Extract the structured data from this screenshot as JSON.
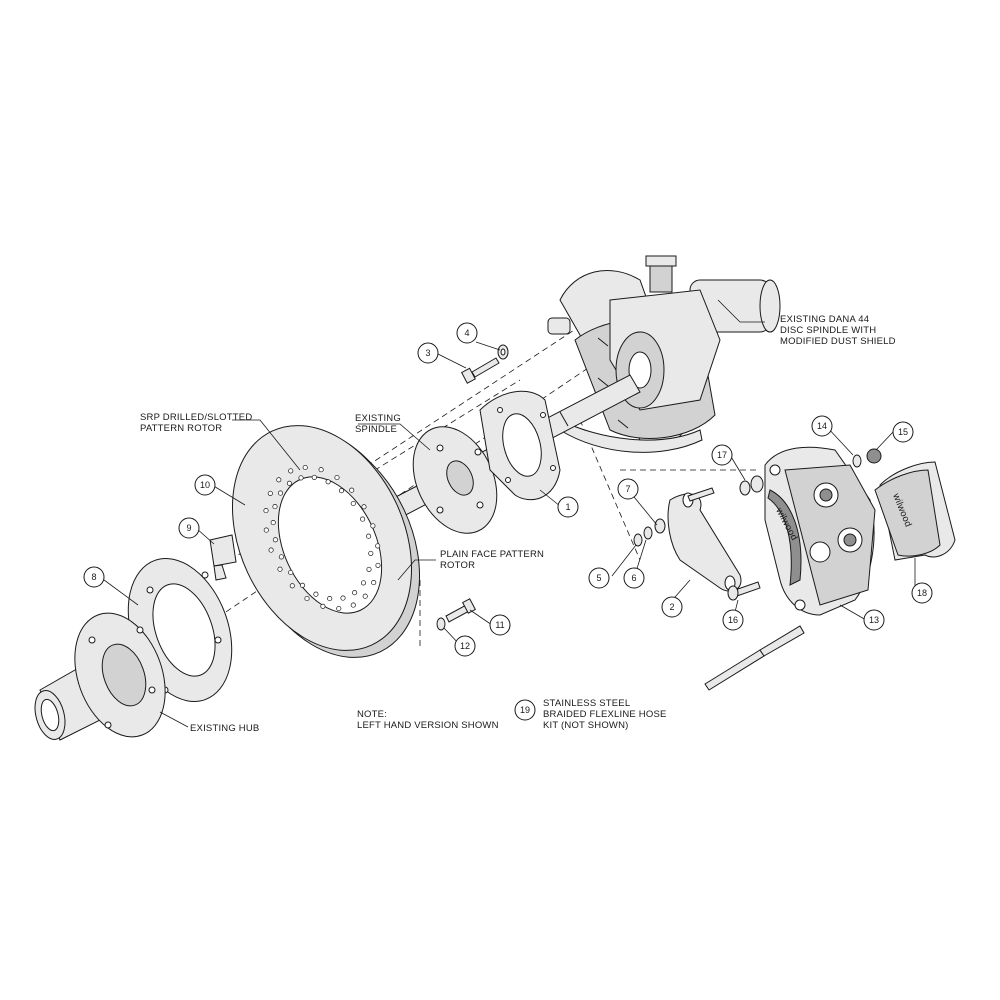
{
  "notes": {
    "existing_dana": [
      "EXISTING DANA 44",
      "DISC SPINDLE WITH",
      "MODIFIED DUST SHIELD"
    ],
    "srp_rotor": [
      "SRP DRILLED/SLOTTED",
      "PATTERN ROTOR"
    ],
    "existing_spindle": [
      "EXISTING",
      "SPINDLE"
    ],
    "plain_face": [
      "PLAIN FACE PATTERN",
      "ROTOR"
    ],
    "existing_hub": [
      "EXISTING HUB"
    ],
    "left_hand": [
      "NOTE:",
      "LEFT HAND VERSION SHOWN"
    ],
    "hose_kit": [
      "STAINLESS STEEL",
      "BRAIDED FLEXLINE HOSE",
      "KIT (NOT SHOWN)"
    ]
  },
  "callouts": [
    "1",
    "2",
    "3",
    "4",
    "5",
    "6",
    "7",
    "8",
    "9",
    "10",
    "11",
    "12",
    "13",
    "14",
    "15",
    "16",
    "17",
    "18",
    "19"
  ],
  "brand": "wilwood",
  "colors": {
    "ink": "#1a1a1a",
    "metal": "#e9e9e9",
    "shade": "#d2d2d2"
  }
}
